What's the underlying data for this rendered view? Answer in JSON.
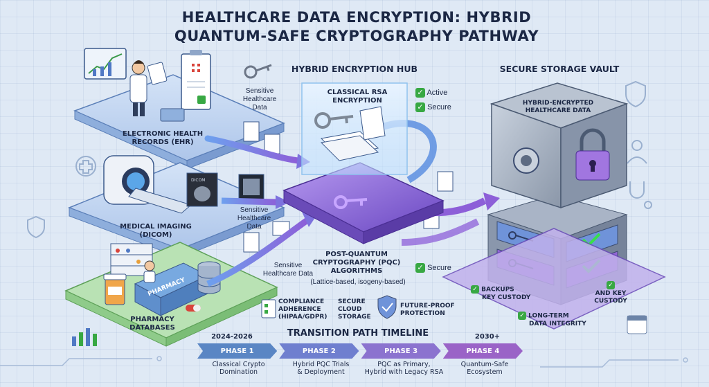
{
  "title": {
    "line1": "HEALTHCARE DATA ENCRYPTION: HYBRID",
    "line2": "QUANTUM-SAFE CRYPTOGRAPHY PATHWAY"
  },
  "sources": {
    "ehr": {
      "label_line1": "ELECTRONIC HEALTH",
      "label_line2": "RECORDS (EHR)",
      "monitor_text": ""
    },
    "imaging": {
      "label_line1": "MEDICAL IMAGING",
      "label_line2": "(DICOM)",
      "film_text": "DICOM"
    },
    "pharmacy": {
      "label_line1": "PHARMACY",
      "label_line2": "DATABASES",
      "sign": "PHARMACY"
    }
  },
  "flows": {
    "sensitive1": [
      "Sensitive",
      "Healthcare",
      "Data"
    ],
    "sensitive2": [
      "Sensitive",
      "Healthcare",
      "Data"
    ],
    "sensitive3": [
      "Sensitive",
      "Healthcare Data"
    ]
  },
  "hub": {
    "title": "HYBRID ENCRYPTION HUB",
    "classical_line1": "CLASSICAL RSA",
    "classical_line2": "ENCRYPTION",
    "status": [
      "Active",
      "Secure"
    ],
    "pqc_line1": "POST-QUANTUM",
    "pqc_line2": "CRYPTOGRAPHY (PQC)",
    "pqc_line3": "ALGORITHMS",
    "pqc_note": "(Lattice-based, isogeny-based)",
    "pqc_status": "Secure"
  },
  "vault": {
    "title": "SECURE STORAGE VAULT",
    "label_line1": "HYBRID-ENCRYPTED",
    "label_line2": "HEALTHCARE DATA",
    "features": [
      {
        "line1": "BACKUPS",
        "line2": "KEY CUSTODY"
      },
      {
        "line1": "AND KEY",
        "line2": "CUSTODY"
      },
      {
        "line1": "LONG-TERM",
        "line2": "DATA INTEGRITY"
      }
    ]
  },
  "benefits": [
    {
      "line1": "COMPLIANCE",
      "line2": "ADHERENCE",
      "line3": "(HIPAA/GDPR)",
      "icon": "checklist-icon"
    },
    {
      "line1": "SECURE",
      "line2": "CLOUD",
      "line3": "STORAGE",
      "icon": "cloud-icon"
    },
    {
      "line1": "FUTURE-PROOF",
      "line2": "PROTECTION",
      "line3": "",
      "icon": "shield-check-icon"
    }
  ],
  "timeline": {
    "title": "TRANSITION PATH TIMELINE",
    "years": [
      "2024-2026",
      "2030+"
    ],
    "phases": [
      {
        "name": "PHASE 1",
        "desc_line1": "Classical Crypto",
        "desc_line2": "Domination",
        "color": "#5a86c4"
      },
      {
        "name": "PHASE 2",
        "desc_line1": "Hybrid PQC Trials",
        "desc_line2": "& Deployment",
        "color": "#6f7fcf"
      },
      {
        "name": "PHASE 3",
        "desc_line1": "PQC as Primary,",
        "desc_line2": "Hybrid with Legacy RSA",
        "color": "#8b73cf"
      },
      {
        "name": "PHASE 4",
        "desc_line1": "Quantum-Safe",
        "desc_line2": "Ecosystem",
        "color": "#9a63c7"
      }
    ]
  },
  "colors": {
    "background": "#dfe9f5",
    "platform_blue": "#b9d0ef",
    "platform_green": "#a9d9a6",
    "hub_purple": "#8e6ad6",
    "vault_gray": "#9aa7b9",
    "check_green": "#38a843",
    "arrow_blue": "#5d8fe0"
  }
}
